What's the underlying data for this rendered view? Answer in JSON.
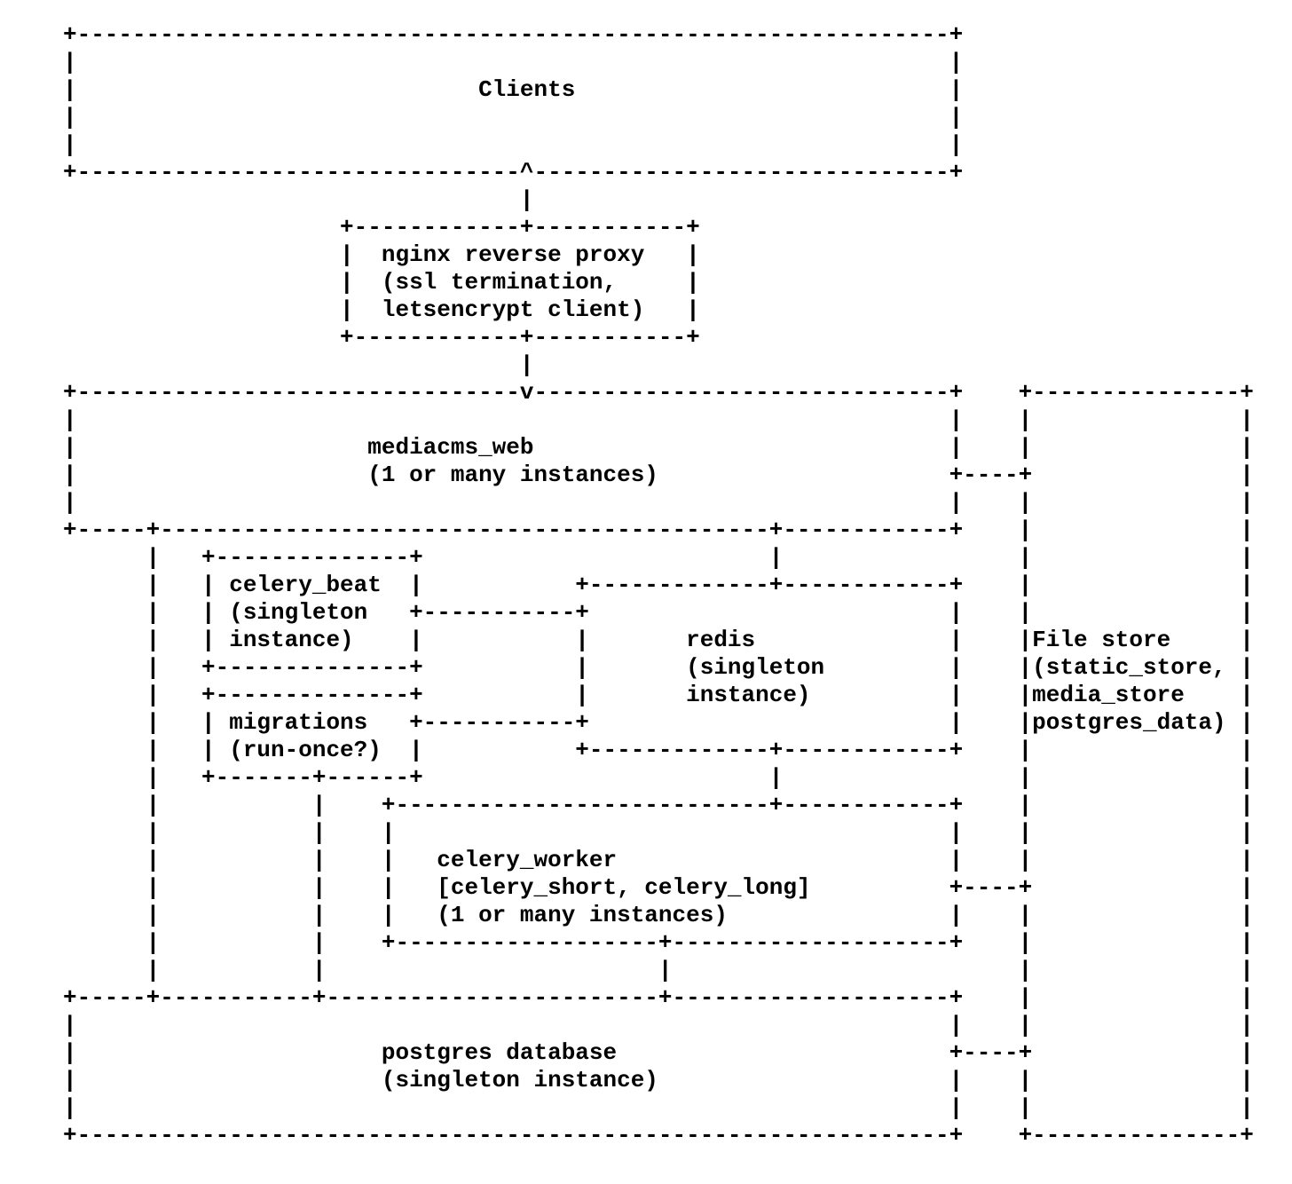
{
  "colors": {
    "background": "#ffffff",
    "text": "#000000"
  },
  "diagram": {
    "type": "ascii-architecture",
    "lines": [
      "+---------------------------------------------------------------+",
      "|                                                               |",
      "|                             Clients                           |",
      "|                                                               |",
      "|                                                               |",
      "+--------------------------------^------------------------------+",
      "                                 |",
      "                    +------------+-----------+",
      "                    |  nginx reverse proxy   |",
      "                    |  (ssl termination,     |",
      "                    |  letsencrypt client)   |",
      "                    +------------+-----------+",
      "                                 |",
      "+--------------------------------v------------------------------+    +---------------+",
      "|                                                               |    |               |",
      "|                     mediacms_web                              |    |               |",
      "|                     (1 or many instances)                     +----+               |",
      "|                                                               |    |               |",
      "+-----+--------------------------------------------+------------+    |               |",
      "      |   +--------------+                         |                 |               |",
      "      |   | celery_beat  |           +-------------+------------+    |               |",
      "      |   | (singleton   +-----------+                          |    |               |",
      "      |   | instance)    |           |       redis              |    |File store     |",
      "      |   +--------------+           |       (singleton         |    |(static_store, |",
      "      |   +--------------+           |       instance)          |    |media_store    |",
      "      |   | migrations   +-----------+                          |    |postgres_data) |",
      "      |   | (run-once?)  |           +-------------+------------+    |               |",
      "      |   +-------+------+                         |                 |               |",
      "      |           |    +---------------------------+------------+    |               |",
      "      |           |    |                                        |    |               |",
      "      |           |    |   celery_worker                        |    |               |",
      "      |           |    |   [celery_short, celery_long]          +----+               |",
      "      |           |    |   (1 or many instances)                |    |               |",
      "      |           |    +-------------------+--------------------+    |               |",
      "      |           |                        |                         |               |",
      "+-----+-----------+------------------------+--------------------+    |               |",
      "|                                                               |    |               |",
      "|                      postgres database                        +----+               |",
      "|                      (singleton instance)                     |    |               |",
      "|                                                               |    |               |",
      "+---------------------------------------------------------------+    +---------------+"
    ],
    "nodes": [
      {
        "name": "clients",
        "label_lines": [
          "Clients"
        ]
      },
      {
        "name": "nginx-reverse-proxy",
        "label_lines": [
          "nginx reverse proxy",
          "(ssl termination,",
          "letsencrypt client)"
        ]
      },
      {
        "name": "mediacms-web",
        "label_lines": [
          "mediacms_web",
          "(1 or many instances)"
        ]
      },
      {
        "name": "celery-beat",
        "label_lines": [
          "celery_beat",
          "(singleton",
          "instance)"
        ]
      },
      {
        "name": "migrations",
        "label_lines": [
          "migrations",
          "(run-once?)"
        ]
      },
      {
        "name": "redis",
        "label_lines": [
          "redis",
          "(singleton",
          "instance)"
        ]
      },
      {
        "name": "celery-worker",
        "label_lines": [
          "celery_worker",
          "[celery_short, celery_long]",
          "(1 or many instances)"
        ]
      },
      {
        "name": "postgres",
        "label_lines": [
          "postgres database",
          "(singleton instance)"
        ]
      },
      {
        "name": "file-store",
        "label_lines": [
          "File store",
          "(static_store,",
          "media_store",
          "postgres_data)"
        ]
      }
    ],
    "edges": [
      {
        "from": "nginx-reverse-proxy",
        "to": "clients",
        "style": "up-arrow"
      },
      {
        "from": "nginx-reverse-proxy",
        "to": "mediacms-web",
        "style": "down-arrow"
      },
      {
        "from": "mediacms-web",
        "to": "redis",
        "style": "line"
      },
      {
        "from": "mediacms-web",
        "to": "postgres",
        "style": "line"
      },
      {
        "from": "mediacms-web",
        "to": "file-store",
        "style": "line"
      },
      {
        "from": "celery-beat",
        "to": "redis",
        "style": "line"
      },
      {
        "from": "migrations",
        "to": "redis",
        "style": "line"
      },
      {
        "from": "migrations",
        "to": "postgres",
        "style": "line"
      },
      {
        "from": "redis",
        "to": "celery-worker",
        "style": "line"
      },
      {
        "from": "celery-worker",
        "to": "postgres",
        "style": "line"
      },
      {
        "from": "celery-worker",
        "to": "file-store",
        "style": "line"
      },
      {
        "from": "postgres",
        "to": "file-store",
        "style": "line"
      }
    ]
  }
}
